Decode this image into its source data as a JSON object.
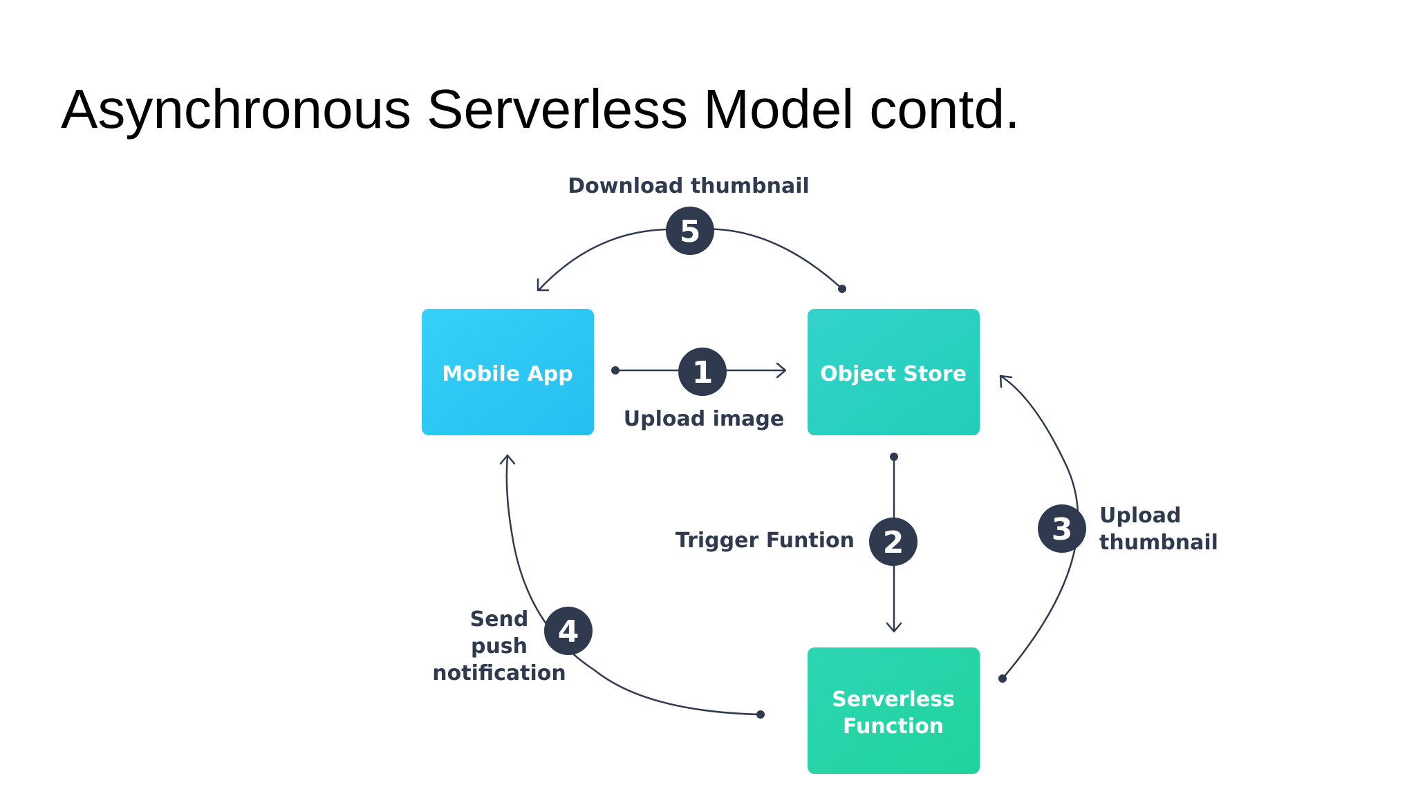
{
  "slide": {
    "title": "Asynchronous Serverless Model contd."
  },
  "colors": {
    "mobile_app_fill": "#2ec8f4",
    "object_store_fill": "#2bd0c3",
    "serverless_fill": "#27d4a7",
    "ink": "#2f3a4f"
  },
  "nodes": {
    "mobile_app": {
      "label": "Mobile App"
    },
    "object_store": {
      "label": "Object Store"
    },
    "serverless_function": {
      "line1": "Serverless",
      "line2": "Function"
    }
  },
  "steps": {
    "step1": {
      "number": "1",
      "label": "Upload image"
    },
    "step2": {
      "number": "2",
      "label": "Trigger Funtion"
    },
    "step3": {
      "number": "3",
      "line1": "Upload",
      "line2": "thumbnail"
    },
    "step4": {
      "number": "4",
      "line1": "Send",
      "line2": "push",
      "line3": "notification"
    },
    "step5": {
      "number": "5",
      "label": "Download thumbnail"
    }
  }
}
